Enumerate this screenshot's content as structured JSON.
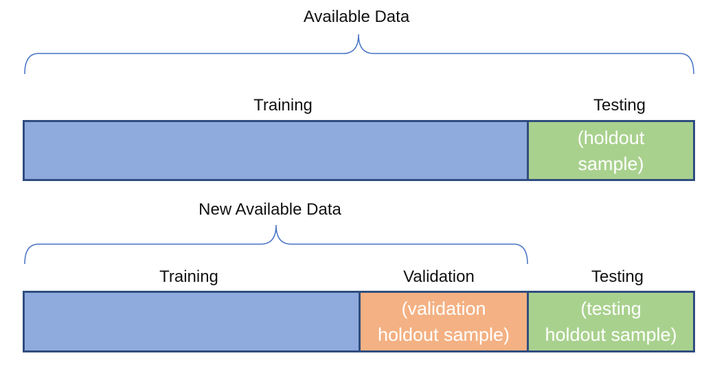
{
  "top_section": {
    "brace_label": "Available Data",
    "training_label": "Training",
    "testing_label": "Testing",
    "testing_box_text": "(holdout\nsample)"
  },
  "bottom_section": {
    "brace_label": "New Available Data",
    "training_label": "Training",
    "validation_label": "Validation",
    "testing_label": "Testing",
    "validation_box_text": "(validation\nholdout sample)",
    "testing_box_text": "(testing\nholdout sample)"
  },
  "colors": {
    "training": "#8faadc",
    "testing": "#a9d18e",
    "validation": "#f4b183",
    "border": "#2f4d7e",
    "brace": "#4472c4"
  }
}
